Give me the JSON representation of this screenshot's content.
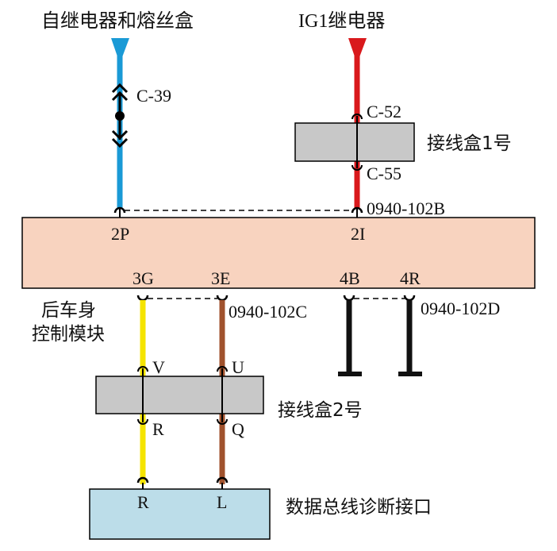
{
  "sources": {
    "left": "自继电器和熔丝盒",
    "right": "IG1继电器"
  },
  "connectors": {
    "c39": "C-39",
    "c52": "C-52",
    "c55": "C-55"
  },
  "junction_box_1": {
    "label": "接线盒1号"
  },
  "junction_box_2": {
    "label": "接线盒2号"
  },
  "module": {
    "label_line1": "后车身",
    "label_line2": "控制模块",
    "pins": {
      "p2P": "2P",
      "p2I": "2I",
      "p3G": "3G",
      "p3E": "3E",
      "p4B": "4B",
      "p4R": "4R"
    }
  },
  "splices": {
    "top": "0940-102B",
    "bottom_left": "0940-102C",
    "bottom_right": "0940-102D"
  },
  "jb2_pins": {
    "V": "V",
    "U": "U",
    "R": "R",
    "Q": "Q"
  },
  "dlc": {
    "label": "数据总线诊断接口",
    "pins": {
      "R": "R",
      "L": "L"
    }
  },
  "colors": {
    "blue_wire": "#1a9ad6",
    "red_wire": "#d9191c",
    "yellow_wire": "#f5e400",
    "brown_wire": "#a0522d",
    "black_wire": "#111111",
    "module_fill": "#f8d3bf",
    "junction_fill": "#c8c8c8",
    "dlc_fill": "#bcdde9"
  }
}
